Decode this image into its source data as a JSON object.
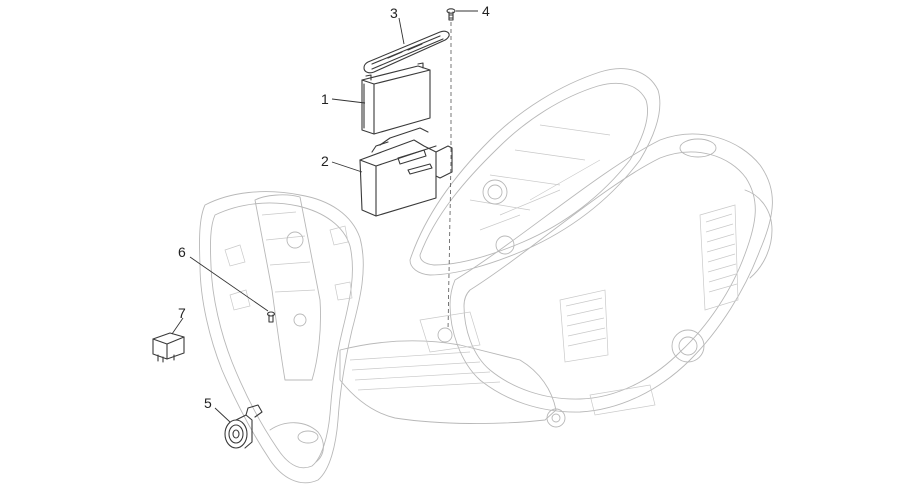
{
  "diagram": {
    "callouts": [
      {
        "id": "1",
        "label": "1"
      },
      {
        "id": "2",
        "label": "2"
      },
      {
        "id": "3",
        "label": "3"
      },
      {
        "id": "4",
        "label": "4"
      },
      {
        "id": "5",
        "label": "5"
      },
      {
        "id": "6",
        "label": "6"
      },
      {
        "id": "7",
        "label": "7"
      }
    ],
    "colors": {
      "line": "#3a3a3a",
      "ghost": "#b8b8b8",
      "background": "#ffffff"
    }
  }
}
